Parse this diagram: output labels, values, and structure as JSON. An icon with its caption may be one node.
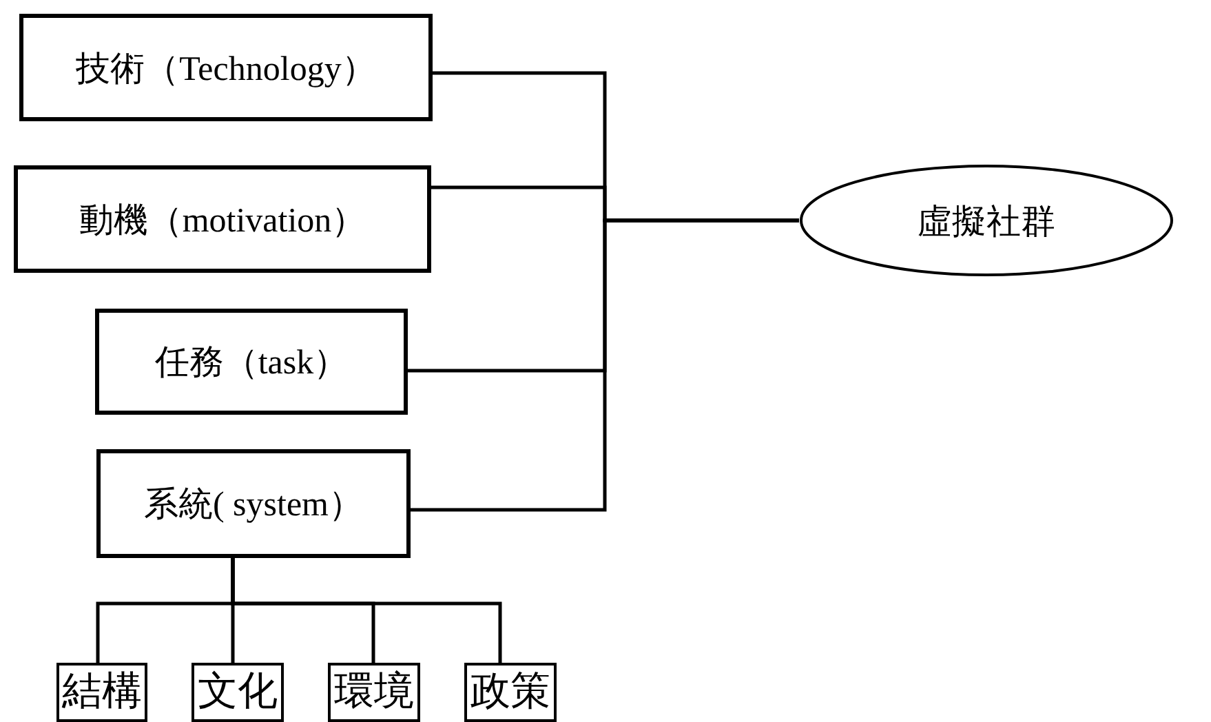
{
  "diagram": {
    "nodes": [
      {
        "text": [
          "技術（Technology）"
        ]
      },
      {
        "text": [
          "動機（motivation）"
        ]
      },
      {
        "text": [
          "任務（task）"
        ]
      },
      {
        "text": [
          "系統( system）"
        ]
      },
      {
        "text": [
          "虛擬社群"
        ]
      },
      {
        "text": [
          "結構"
        ]
      },
      {
        "text": [
          "文化"
        ]
      },
      {
        "text": [
          "環境"
        ]
      },
      {
        "text": [
          "政策"
        ]
      }
    ],
    "edges": [
      {
        "from": 0,
        "to": 4,
        "arrow": "none"
      },
      {
        "from": 1,
        "to": 4,
        "arrow": "none"
      },
      {
        "from": 2,
        "to": 4,
        "arrow": "none"
      },
      {
        "from": 3,
        "to": 4,
        "arrow": "none"
      },
      {
        "from": 3,
        "to": 5,
        "arrow": "none"
      },
      {
        "from": 3,
        "to": 6,
        "arrow": "none"
      },
      {
        "from": 3,
        "to": 7,
        "arrow": "none"
      },
      {
        "from": 3,
        "to": 8,
        "arrow": "none"
      }
    ]
  }
}
